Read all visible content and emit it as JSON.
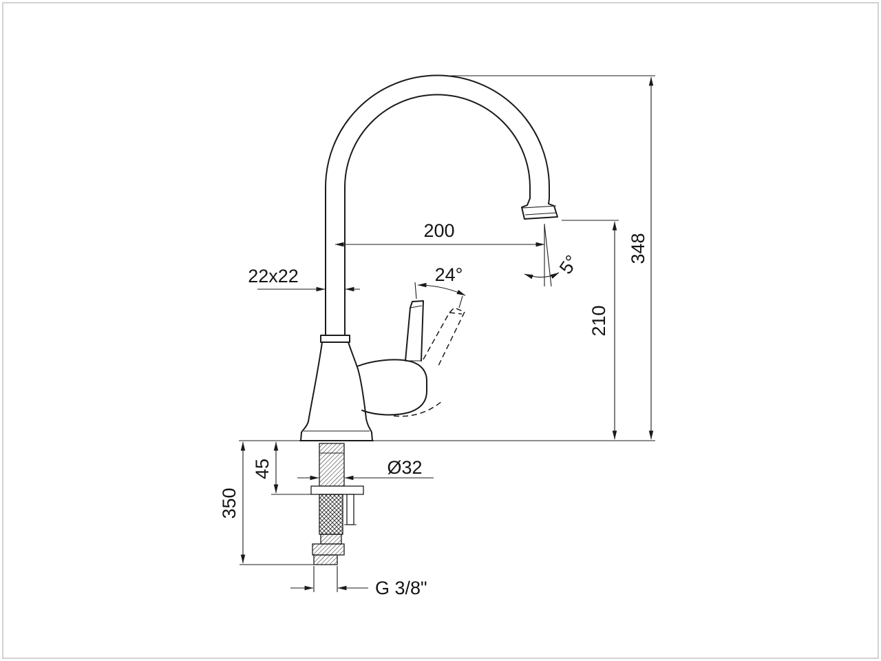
{
  "colors": {
    "line": "#1a1a1a",
    "background": "#ffffff",
    "frame": "#d2d2d2"
  },
  "dimensions": {
    "reach": "200",
    "body_section": "22x22",
    "handle_angle": "24°",
    "spout_angle": "5°",
    "total_height": "348",
    "spout_height": "210",
    "deck_max_thickness": "45",
    "hose_length": "350",
    "hole_diameter": "Ø32",
    "connection_thread": "G 3/8\""
  }
}
